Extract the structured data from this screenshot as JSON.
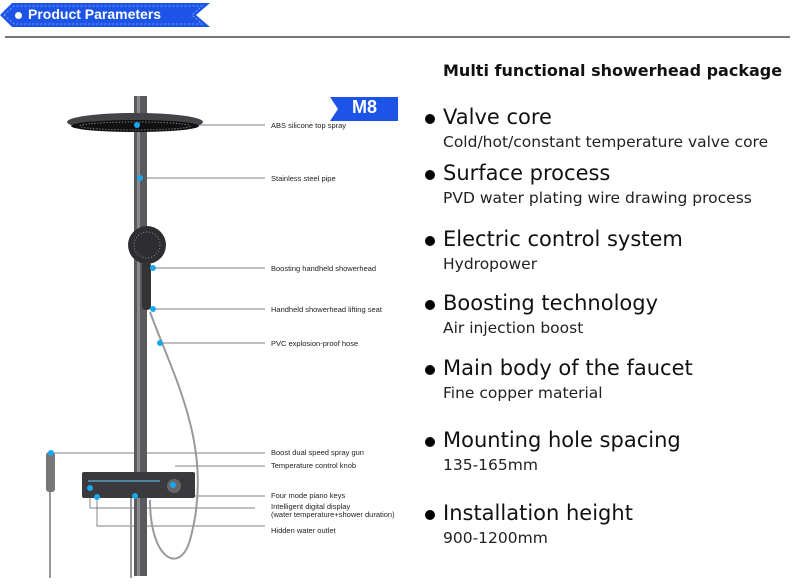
{
  "banner": {
    "title": "Product Parameters"
  },
  "badge": {
    "model": "M8"
  },
  "callouts": [
    "ABS silicone top spray",
    "Stainless steel pipe",
    "Boosting handheld showerhead",
    "Handheld showerhead lifting seat",
    "PVC explosion-proof hose",
    "Boost dual speed spray gun",
    "Temperature control knob",
    "Four mode piano keys",
    "Intelligent digital display",
    "(water temperature+shower duration)",
    "Hidden water outlet"
  ],
  "specs": {
    "heading": "Multi functional showerhead package",
    "items": [
      {
        "title": "Valve core",
        "value": "Cold/hot/constant temperature valve core"
      },
      {
        "title": "Surface process",
        "value": "PVD water plating wire drawing process"
      },
      {
        "title": "Electric control system",
        "value": "Hydropower"
      },
      {
        "title": "Boosting technology",
        "value": "Air injection boost"
      },
      {
        "title": "Main body of the faucet",
        "value": "Fine copper material"
      },
      {
        "title": "Mounting hole spacing",
        "value": "135-165mm"
      },
      {
        "title": "Installation height",
        "value": "900-1200mm"
      }
    ]
  },
  "colors": {
    "accent": "#1b54e6",
    "dot": "#1aa7ee",
    "metal": "#3c3c40"
  }
}
